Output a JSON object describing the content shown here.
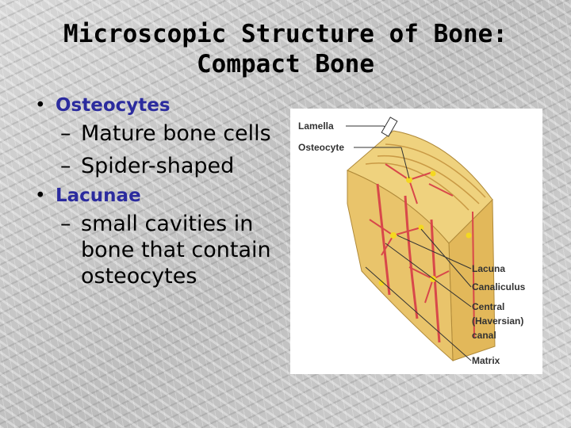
{
  "slide": {
    "title_line1": "Microscopic Structure of Bone:",
    "title_line2": "Compact Bone"
  },
  "bullets": [
    {
      "label": "Osteocytes",
      "subitems": [
        "Mature bone cells",
        "Spider-shaped"
      ]
    },
    {
      "label": "Lacunae",
      "subitems": [
        "small cavities in bone that contain osteocytes"
      ]
    }
  ],
  "figure": {
    "labels": {
      "lamella": "Lamella",
      "osteocyte": "Osteocyte",
      "lacuna": "Lacuna",
      "canaliculus": "Canaliculus",
      "central_1": "Central",
      "central_2": "(Haversian)",
      "central_3": "canal",
      "matrix": "Matrix"
    }
  },
  "colors": {
    "title": "#000000",
    "bullet_heading": "#2b2b9e",
    "bone": "#e8c46a",
    "osteocyte": "#d8484a",
    "canal": "#f4d820"
  }
}
